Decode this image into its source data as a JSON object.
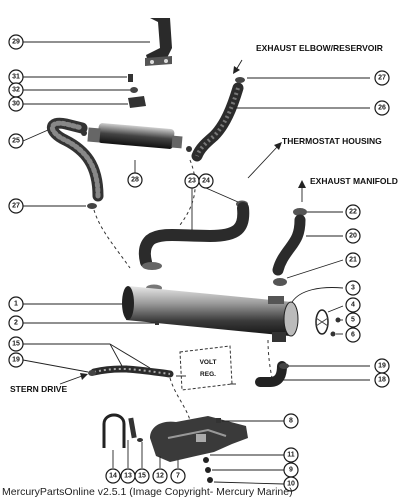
{
  "labels": {
    "exhaust_elbow": "EXHAUST ELBOW/RESERVOIR",
    "thermostat_housing": "THERMOSTAT HOUSING",
    "exhaust_manifold": "EXHAUST MANIFOLD",
    "stern_drive": "STERN DRIVE",
    "volt": "VOLT",
    "reg": "REG."
  },
  "callouts": {
    "c1": "1",
    "c2": "2",
    "c3": "3",
    "c4": "4",
    "c5": "5",
    "c6": "6",
    "c7": "7",
    "c8": "8",
    "c9": "9",
    "c10": "10",
    "c11": "11",
    "c12": "12",
    "c13": "13",
    "c14": "14",
    "c15a": "15",
    "c15b": "15",
    "c18": "18",
    "c19a": "19",
    "c19b": "19",
    "c20": "20",
    "c21": "21",
    "c22": "22",
    "c23": "23",
    "c24": "24",
    "c25": "25",
    "c26": "26",
    "c27a": "27",
    "c27b": "27",
    "c28": "28",
    "c29": "29",
    "c30": "30",
    "c31": "31",
    "c32": "32"
  },
  "footer": "MercuryPartsOnline v2.5.1 (Image Copyright- Mercury Marine)"
}
